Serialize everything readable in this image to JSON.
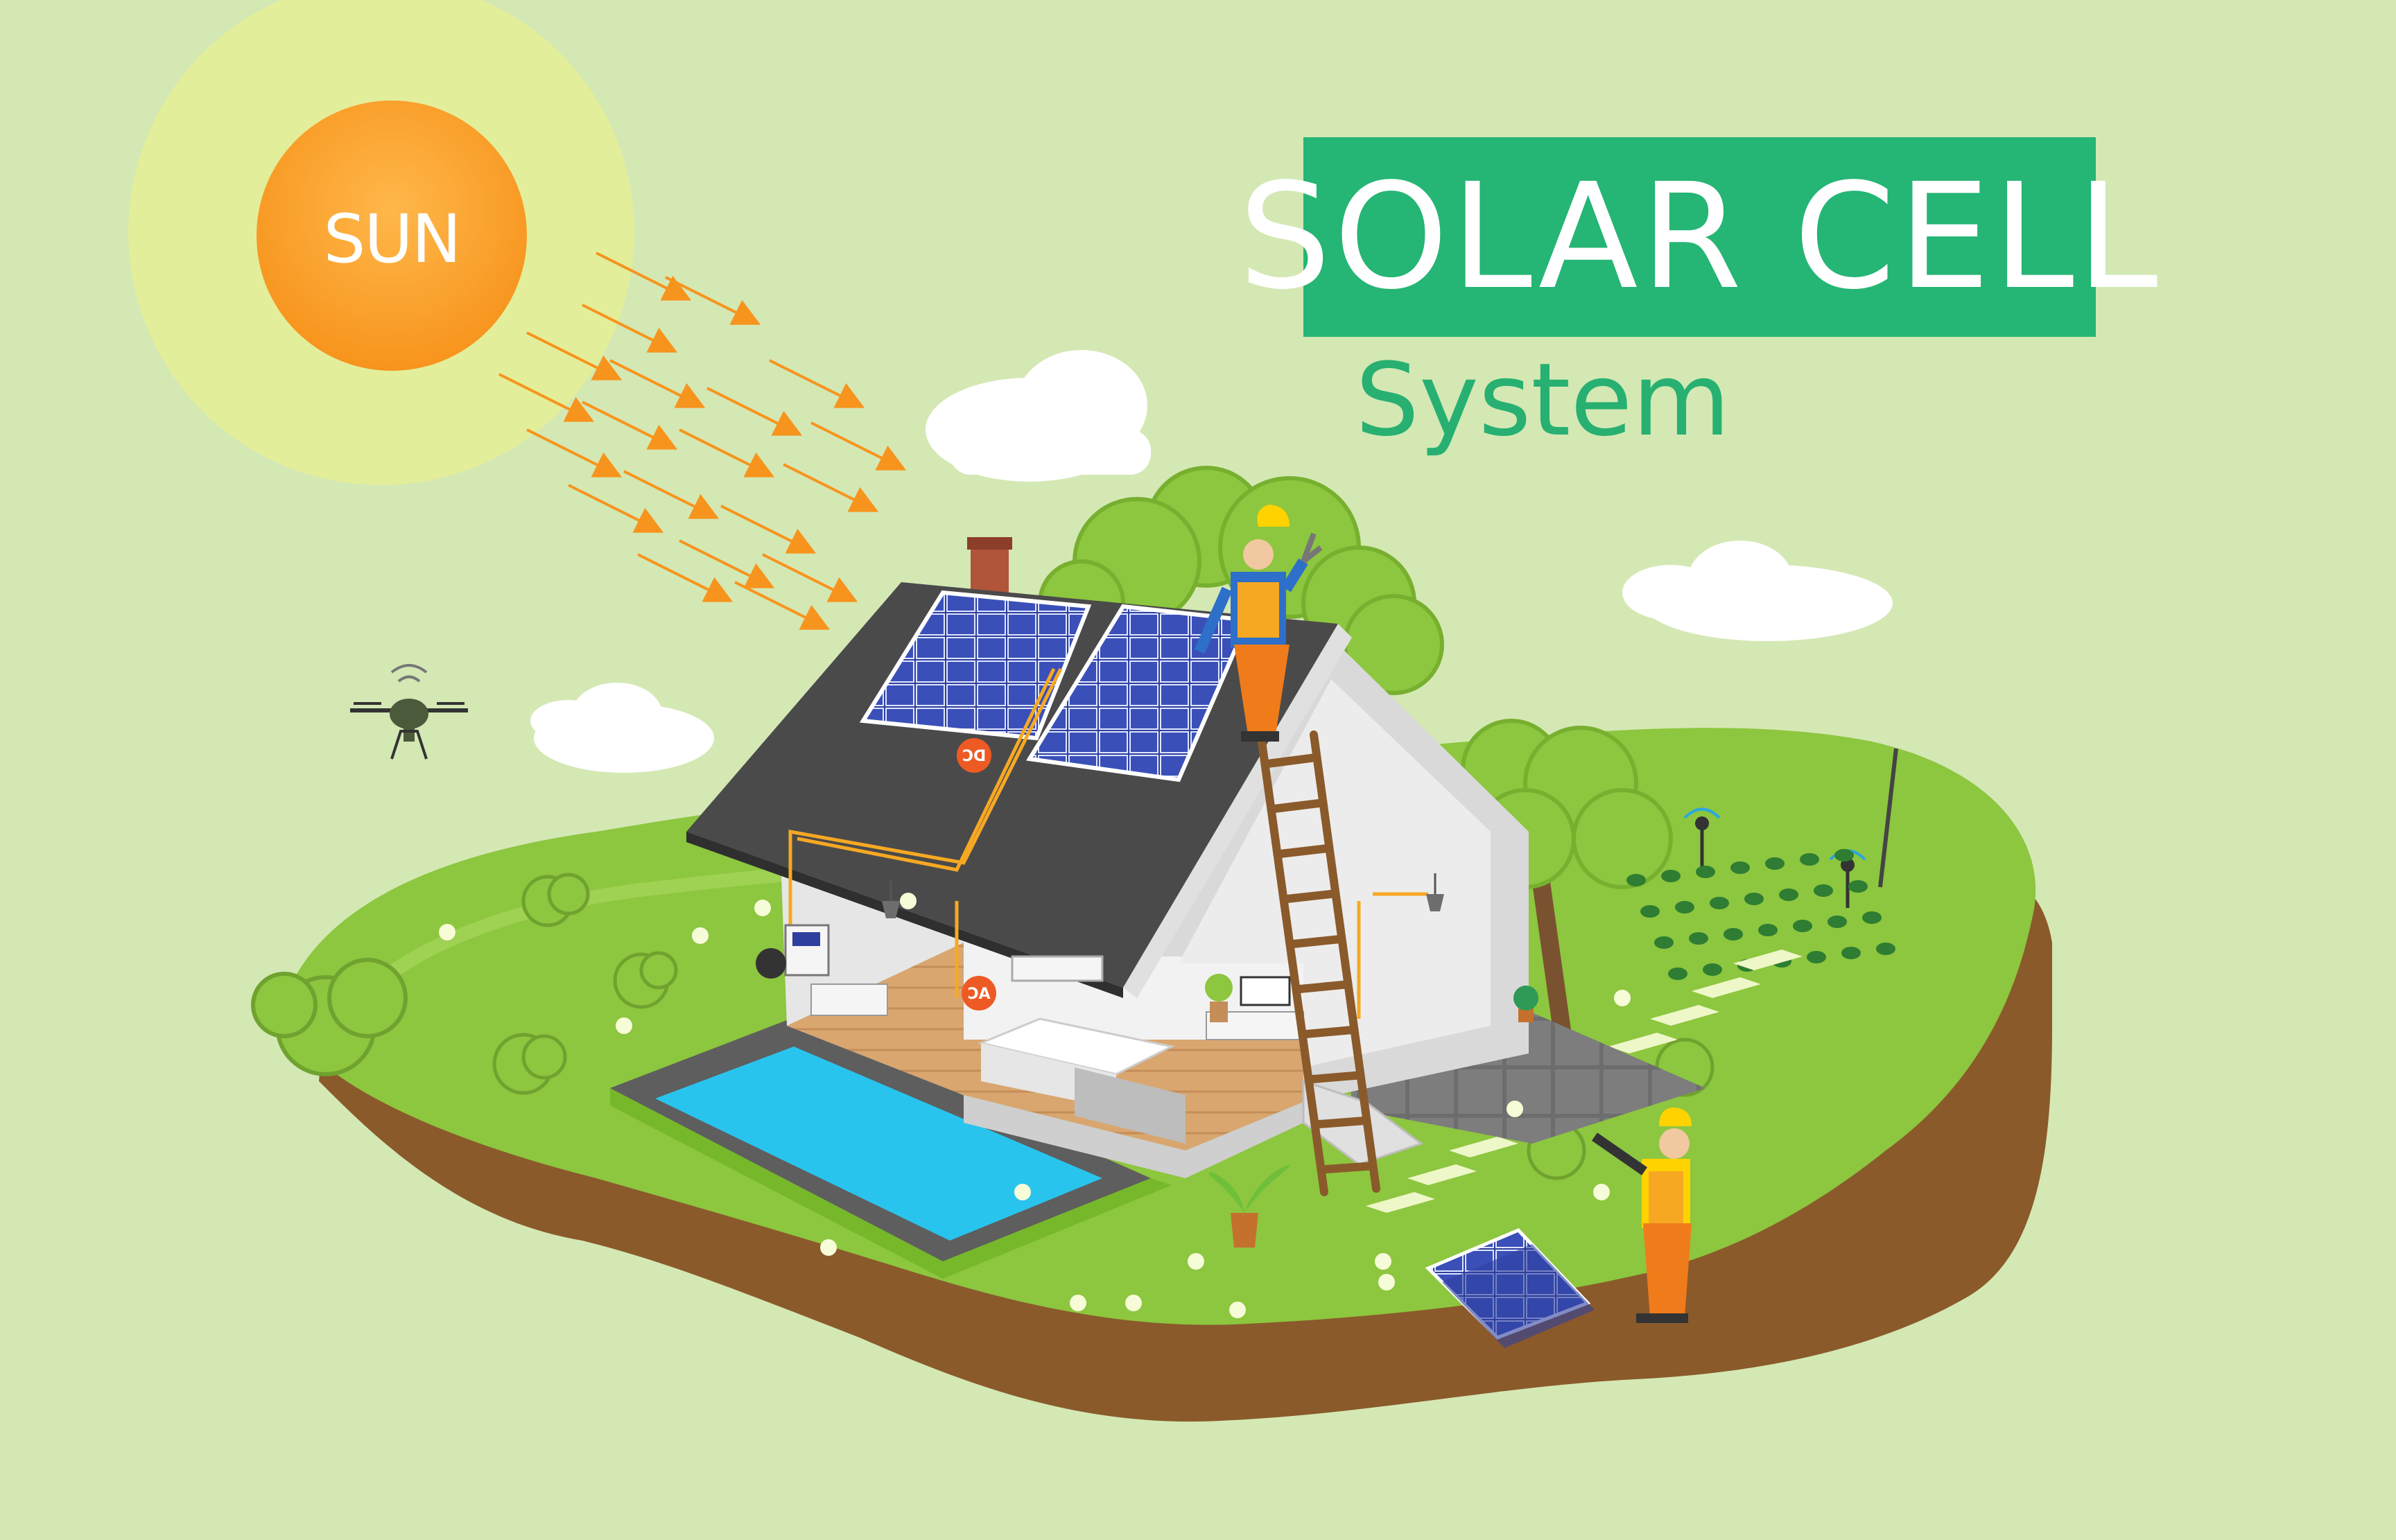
{
  "title": "SOLAR CELL",
  "subtitle": "System",
  "sun_label": "SUN",
  "dc_label": "DC",
  "ac_label": "AC",
  "colors": {
    "background": "#d4e8b4",
    "title_box": "#25b574",
    "subtitle_text": "#27b071",
    "sun": "#f7941d",
    "sun_halo": "#e3ee9a",
    "grass": "#8dc63f",
    "soil": "#8a5a2b",
    "roof": "#4a4a4a",
    "panel": "#2e3f9e",
    "pool": "#29c4ee",
    "ray_arrow": "#f7941d"
  }
}
